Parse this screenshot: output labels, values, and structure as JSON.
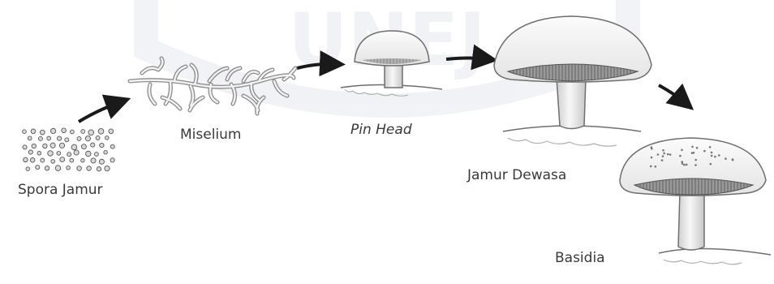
{
  "diagram": {
    "stages": {
      "spores": "Spora Jamur",
      "mycelium": "Miselium",
      "pin_head": "Pin Head",
      "mature": "Jamur Dewasa",
      "basidia": "Basidia"
    },
    "watermark_text": "UNEJ"
  }
}
